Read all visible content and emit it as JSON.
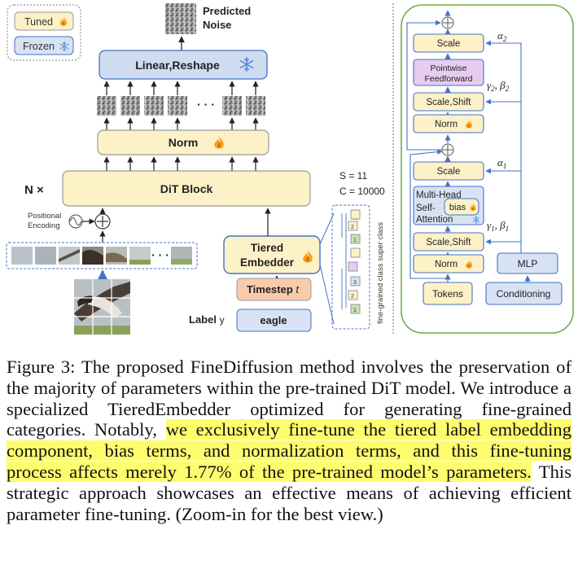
{
  "legend": {
    "tuned": "Tuned",
    "frozen": "Frozen"
  },
  "left": {
    "predicted_noise_1": "Predicted",
    "predicted_noise_2": "Noise",
    "linear_reshape": "Linear,Reshape",
    "norm": "Norm",
    "dit_block": "DiT Block",
    "n_times": "N ×",
    "positional_1": "Positional",
    "positional_2": "Encoding",
    "ellipsis": "· · ·",
    "tiered_1": "Tiered",
    "tiered_2": "Embedder",
    "timestep": "Timestep",
    "timestep_var": "t",
    "label": "Label",
    "label_var": "y",
    "eagle": "eagle",
    "s_value": "S = 11",
    "c_value": "C = 10000",
    "fine_grained": "fine-grained class",
    "super_class": "super class",
    "idx_1": "1",
    "idx_2": "2",
    "idx_3": "3",
    "idx_dots": "..."
  },
  "right": {
    "scale_top": "Scale",
    "alpha2": "α",
    "alpha2_sub": "2",
    "pointwise_1": "Pointwise",
    "pointwise_2": "Feedforward",
    "gamma2": "γ",
    "gamma2_sub": "2",
    "beta2": ", β",
    "beta2_sub": "2",
    "scaleshift_top": "Scale,Shift",
    "norm_top": "Norm",
    "scale_mid": "Scale",
    "alpha1": "α",
    "alpha1_sub": "1",
    "multihead_1": "Multi-Head",
    "multihead_2": "Self-",
    "multihead_3": "Attention",
    "bias": "bias",
    "gamma1": "γ",
    "gamma1_sub": "1",
    "beta1": ", β",
    "beta1_sub": "1",
    "scaleshift_bot": "Scale,Shift",
    "norm_bot": "Norm",
    "mlp": "MLP",
    "tokens": "Tokens",
    "conditioning": "Conditioning"
  },
  "caption": {
    "part1": "Figure 3: The proposed FineDiffusion method involves the preservation of the majority of parameters within the pre-trained DiT model. We introduce a specialized TieredEmbedder optimized for generating fine-grained categories. Notably, ",
    "highlight": "we exclusively fine-tune the tiered label embedding component, bias terms, and normalization terms, and this fine-tuning process affects merely 1.77% of the pre-trained model’s parameters.",
    "part2": " This strategic approach showcases an effective means of achieving efficient parameter fine-tuning. (Zoom-in for the best view.)"
  },
  "colors": {
    "tuned_fill": "#fdf1c8",
    "frozen_fill": "#d7e3f4",
    "blue_border": "#4472c4",
    "orange_fill": "#f8cbad",
    "purple_fill": "#e6ccf0",
    "green_frame": "#70ad47",
    "flame": "#f4a21a",
    "snow": "#5b8fd8"
  }
}
